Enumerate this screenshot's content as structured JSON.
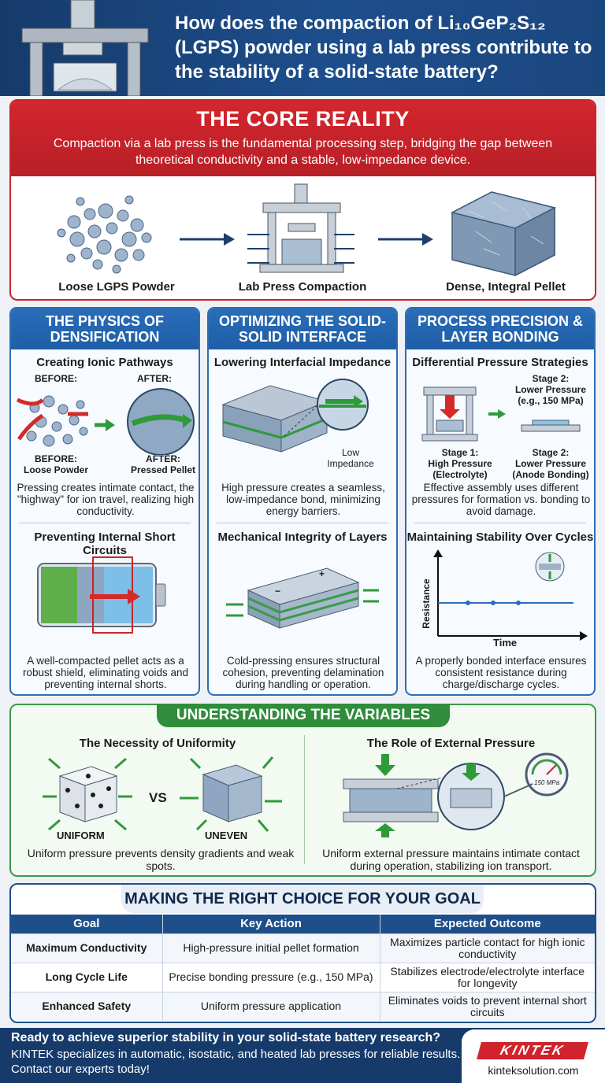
{
  "header": {
    "title": "How does the compaction of Li₁₀GeP₂S₁₂ (LGPS) powder using a lab press contribute to the stability of a solid-state battery?"
  },
  "core": {
    "title": "THE CORE REALITY",
    "subtitle": "Compaction via a lab press is the fundamental processing step, bridging the gap between theoretical conductivity and a stable, low-impedance device.",
    "labels": [
      "Loose LGPS Powder",
      "Lab Press Compaction",
      "Dense, Integral Pellet"
    ]
  },
  "columns": [
    {
      "title": "THE PHYSICS OF DENSIFICATION",
      "sec1": "Creating Ionic Pathways",
      "before_top": "BEFORE:",
      "after_top": "AFTER:",
      "before_bottom": "BEFORE:\nLoose Powder",
      "after_bottom": "AFTER:\nPressed Pellet",
      "text1": "Pressing creates intimate contact, the \"highway\" for ion travel, realizing high conductivity.",
      "sec2": "Preventing Internal Short Circuits",
      "text2": "A well-compacted pellet acts as a robust shield, eliminating voids and preventing internal shorts."
    },
    {
      "title": "OPTIMIZING THE SOLID-SOLID INTERFACE",
      "sec1": "Lowering Interfacial Impedance",
      "callout": "Low\nImpedance",
      "text1": "High pressure creates a seamless, low-impedance bond, minimizing energy barriers.",
      "sec2": "Mechanical Integrity of Layers",
      "text2": "Cold-pressing ensures structural cohesion, preventing delamination during handling or operation.",
      "layer_plus": "+",
      "layer_minus": "−"
    },
    {
      "title": "PROCESS PRECISION & LAYER BONDING",
      "sec1": "Differential Pressure Strategies",
      "stage2_top": "Stage 2:\nLower Pressure\n(e.g., 150 MPa)",
      "stage1": "Stage 1:\nHigh Pressure\n(Electrolyte)",
      "stage2_bottom": "Stage 2:\nLower Pressure\n(Anode Bonding)",
      "text1": "Effective assembly uses different pressures for formation vs. bonding to avoid damage.",
      "sec2": "Maintaining Stability Over Cycles",
      "y_axis": "Resistance",
      "x_axis": "Time",
      "text2": "A properly bonded interface ensures consistent resistance during charge/discharge cycles."
    }
  ],
  "variables": {
    "title": "UNDERSTANDING THE VARIABLES",
    "left_title": "The Necessity of Uniformity",
    "uniform": "UNIFORM",
    "vs": "VS",
    "uneven": "UNEVEN",
    "left_text": "Uniform pressure prevents density gradients and weak spots.",
    "right_title": "The Role of External Pressure",
    "gauge": "150 MPa",
    "right_text": "Uniform external pressure maintains intimate contact during operation, stabilizing ion transport."
  },
  "table": {
    "title": "MAKING THE RIGHT CHOICE FOR YOUR GOAL",
    "headers": [
      "Goal",
      "Key Action",
      "Expected Outcome"
    ],
    "rows": [
      [
        "Maximum Conductivity",
        "High-pressure initial pellet formation",
        "Maximizes particle contact for high ionic conductivity"
      ],
      [
        "Long Cycle Life",
        "Precise bonding pressure (e.g., 150 MPa)",
        "Stabilizes electrode/electrolyte interface for longevity"
      ],
      [
        "Enhanced Safety",
        "Uniform pressure application",
        "Eliminates voids to prevent internal short circuits"
      ]
    ]
  },
  "footer": {
    "cta": "Ready to achieve superior stability in your solid-state battery research?",
    "body": "KINTEK specializes in automatic, isostatic, and heated lab presses for reliable results. Contact our experts today!",
    "logo": "KINTEK",
    "site": "kinteksolution.com"
  },
  "colors": {
    "navy": "#163b6b",
    "red": "#c8242b",
    "blue": "#2c6eb5",
    "green": "#3c9a48"
  }
}
